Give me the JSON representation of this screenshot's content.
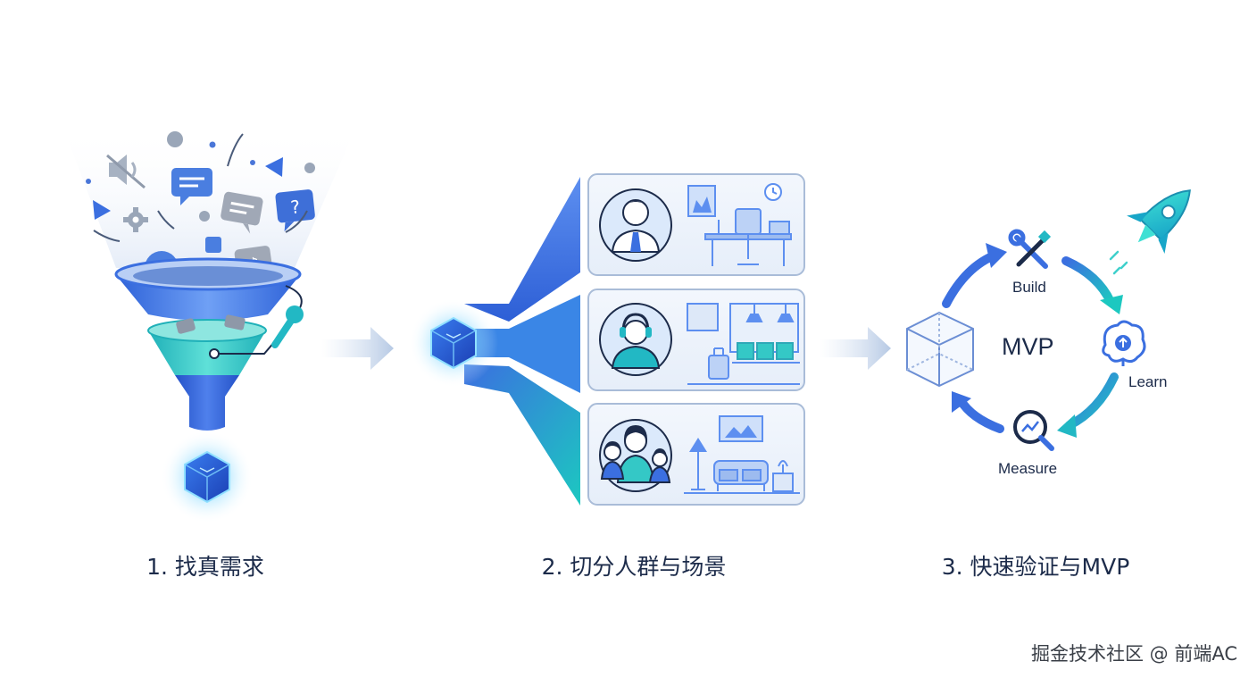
{
  "steps": [
    {
      "number": "1.",
      "text": "找真需求"
    },
    {
      "number": "2.",
      "text": "切分人群与场景"
    },
    {
      "number": "3.",
      "text": "快速验证与MVP"
    }
  ],
  "cycle": {
    "center": "MVP",
    "build": "Build",
    "learn": "Learn",
    "measure": "Measure"
  },
  "icons": {
    "funnel": "funnel-icon",
    "cube": "glowing-cube-icon",
    "rocket": "rocket-icon",
    "tools": "wrench-screwdriver-icon",
    "brain": "brain-upload-icon",
    "magnifier": "magnifier-chart-icon"
  },
  "colors": {
    "primary_blue": "#3b6fe0",
    "teal": "#23c4c4",
    "dark_text": "#1c2b4a",
    "panel_bg": "#eef4fc"
  },
  "watermark": "掘金技术社区 @ 前端AC"
}
